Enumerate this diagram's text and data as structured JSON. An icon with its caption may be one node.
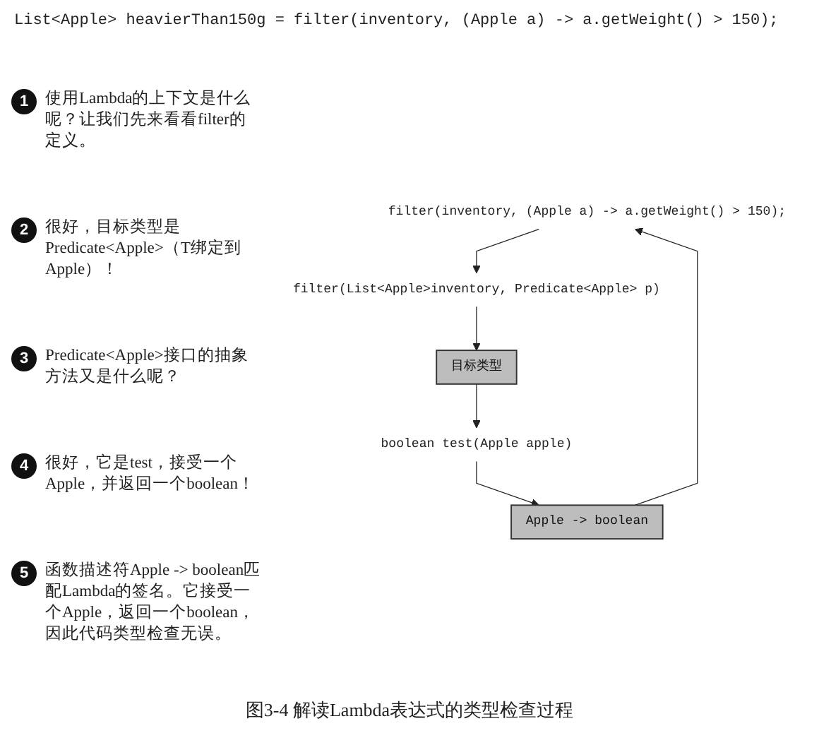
{
  "diagram": {
    "caption": "图3-4 解读Lambda表达式的类型检查过程",
    "nodes": [
      {
        "text": [
          "filter(inventory, (Apple a) -> a.getWeight() > 150);"
        ]
      },
      {
        "text": [
          "filter(List<Apple>inventory, Predicate<Apple> p)"
        ]
      },
      {
        "text": [
          "目标类型"
        ]
      },
      {
        "text": [
          "boolean test(Apple apple)"
        ]
      },
      {
        "text": [
          "Apple -> boolean"
        ]
      }
    ],
    "edges": [
      {
        "from": 0,
        "to": 1,
        "arrow": "to"
      },
      {
        "from": 1,
        "to": 2,
        "arrow": "to"
      },
      {
        "from": 2,
        "to": 3,
        "arrow": "to"
      },
      {
        "from": 3,
        "to": 4,
        "arrow": "to"
      },
      {
        "from": 4,
        "to": 0,
        "arrow": "to"
      }
    ],
    "labels": [
      "List<Apple> heavierThan150g = filter(inventory, (Apple a) -> a.getWeight() > 150);",
      "1",
      "使用Lambda的上下文是什么呢？让我们先来看看filter的定义。",
      "2",
      "很好，目标类型是Predicate<Apple>（T绑定到Apple）！",
      "3",
      "Predicate<Apple>接口的抽象方法又是什么呢？",
      "4",
      "很好，它是test，接受一个Apple，并返回一个boolean！",
      "5",
      "函数描述符Apple -> boolean匹配Lambda的签名。它接受一个Apple，返回一个boolean，因此代码类型检查无误。"
    ]
  }
}
